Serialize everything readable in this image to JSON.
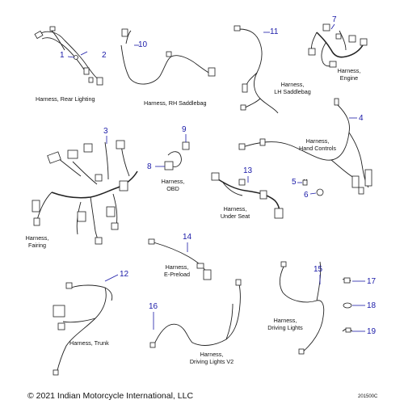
{
  "parts": [
    {
      "num": "1",
      "name": "",
      "line2": ""
    },
    {
      "num": "2",
      "name": "Harness, Rear Lighting",
      "line2": ""
    },
    {
      "num": "3",
      "name": "Harness,",
      "line2": "Fairing"
    },
    {
      "num": "4",
      "name": "Harness,",
      "line2": "Hand Controls"
    },
    {
      "num": "5",
      "name": "",
      "line2": ""
    },
    {
      "num": "6",
      "name": "",
      "line2": ""
    },
    {
      "num": "7",
      "name": "Harness,",
      "line2": "Engine"
    },
    {
      "num": "8",
      "name": "Harness,",
      "line2": "OBD"
    },
    {
      "num": "9",
      "name": "",
      "line2": ""
    },
    {
      "num": "10",
      "name": "Harness, RH Saddlebag",
      "line2": ""
    },
    {
      "num": "11",
      "name": "Harness,",
      "line2": "LH Saddlebag"
    },
    {
      "num": "12",
      "name": "Harness, Trunk",
      "line2": ""
    },
    {
      "num": "13",
      "name": "Harness,",
      "line2": "Under Seat"
    },
    {
      "num": "14",
      "name": "Harness,",
      "line2": "E-Preload"
    },
    {
      "num": "15",
      "name": "Harness,",
      "line2": "Driving Lights"
    },
    {
      "num": "16",
      "name": "Harness,",
      "line2": "Driving Lights V2"
    },
    {
      "num": "17",
      "name": "",
      "line2": ""
    },
    {
      "num": "18",
      "name": "",
      "line2": ""
    },
    {
      "num": "19",
      "name": "",
      "line2": ""
    }
  ],
  "footer": {
    "copyright": "© 2021 Indian Motorcycle International, LLC",
    "code": "201500C"
  }
}
